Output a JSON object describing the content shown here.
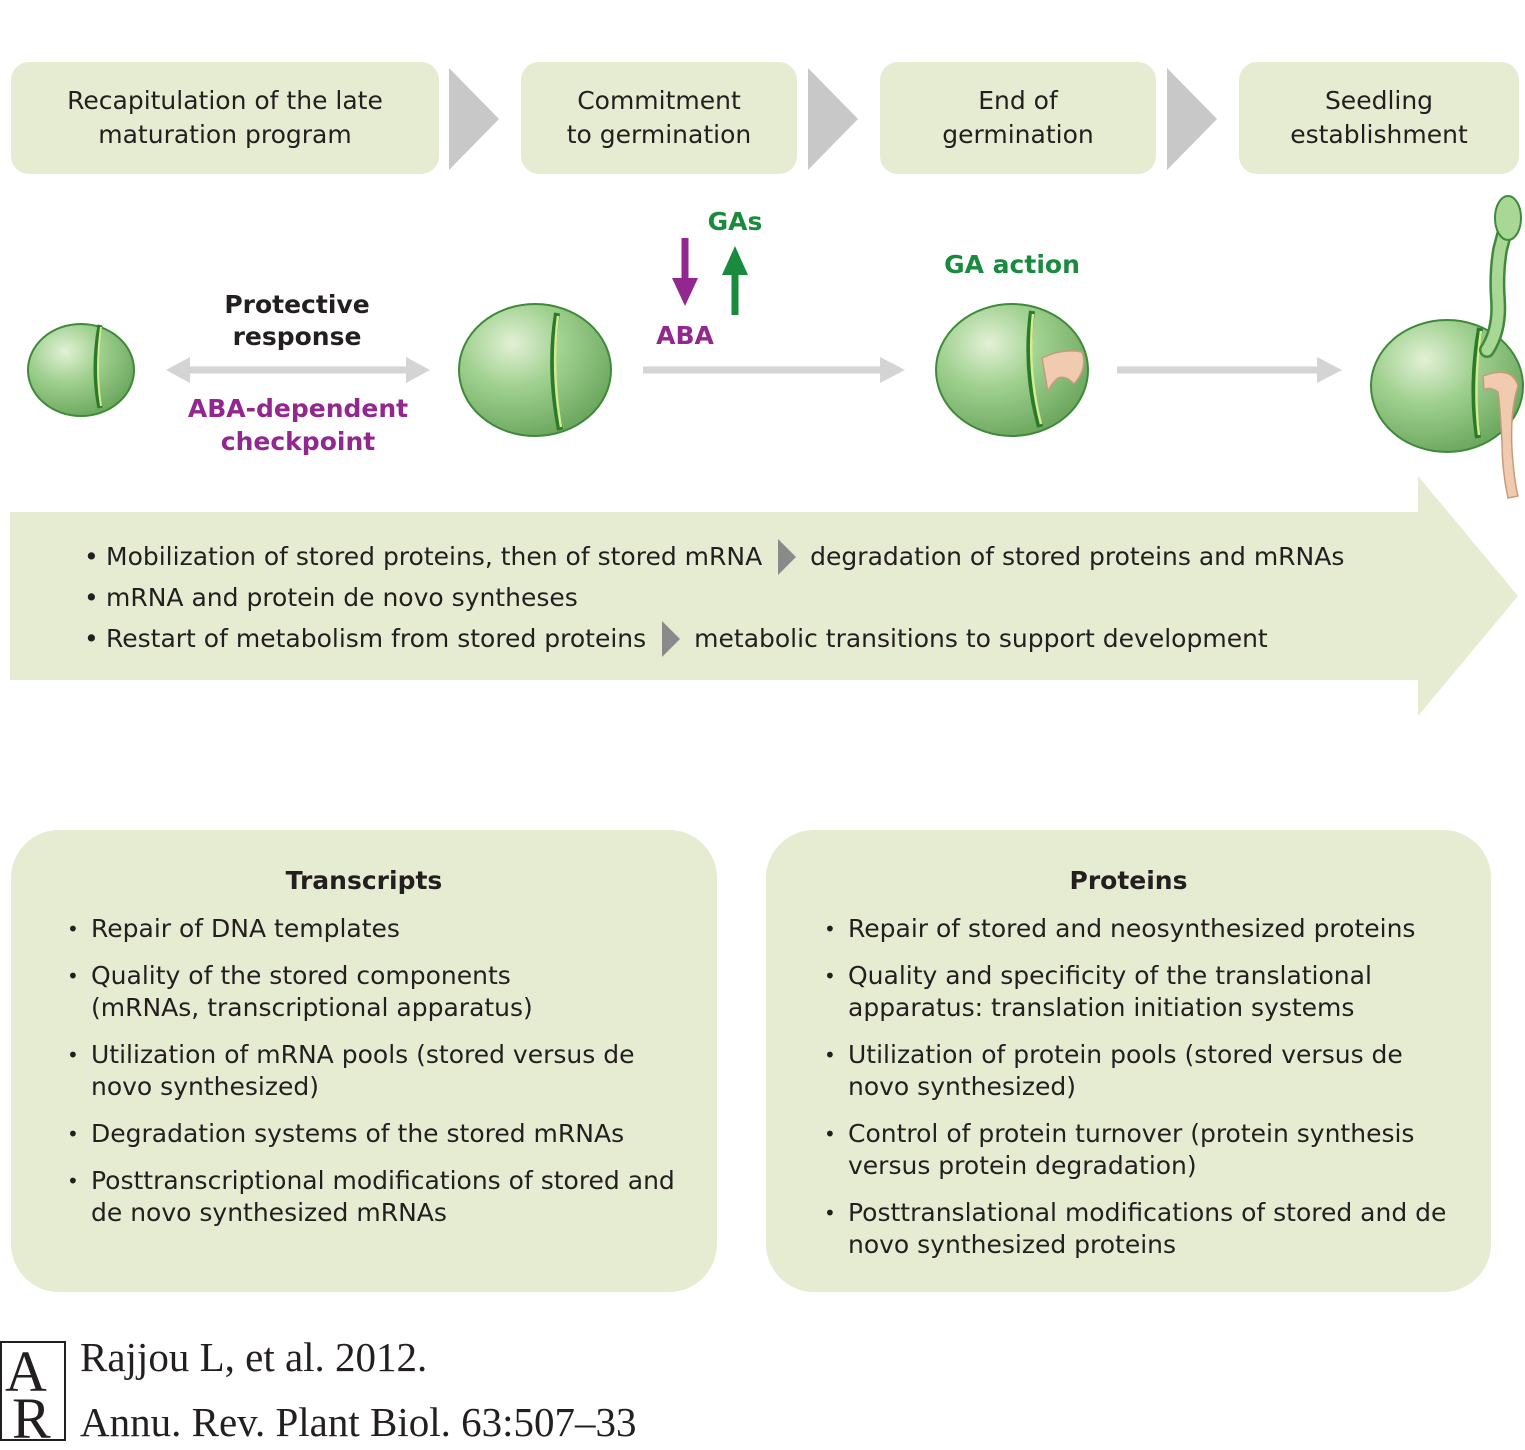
{
  "stages": [
    {
      "label": "Recapitulation of the late\nmaturation program"
    },
    {
      "label": "Commitment\nto germination"
    },
    {
      "label": "End of\ngermination"
    },
    {
      "label": "Seedling\nestablishment"
    }
  ],
  "labels": {
    "protective": "Protective\nresponse",
    "checkpoint": "ABA-dependent\ncheckpoint",
    "gas": "GAs",
    "aba": "ABA",
    "ga_action": "GA action"
  },
  "colors": {
    "panel": "#e6ecd1",
    "aba_purple": "#92278f",
    "ga_green": "#1a8a3e",
    "arrow_gray": "#d4d4d4",
    "seed_green": "#8cc47e"
  },
  "process": [
    {
      "text": "Mobilization of stored proteins, then of stored mRNA",
      "then": "degradation of stored proteins and mRNAs"
    },
    {
      "text": "mRNA and protein de novo syntheses",
      "then": ""
    },
    {
      "text": "Restart of metabolism from stored proteins",
      "then": "metabolic transitions to support development"
    }
  ],
  "transcripts": {
    "title": "Transcripts",
    "items": [
      "Repair of DNA templates",
      "Quality of the stored components\n(mRNAs, transcriptional apparatus)",
      "Utilization of mRNA pools (stored versus de\nnovo synthesized)",
      "Degradation systems of the stored mRNAs",
      "Posttranscriptional modifications of stored and\nde novo synthesized mRNAs"
    ]
  },
  "proteins": {
    "title": "Proteins",
    "items": [
      "Repair of stored and neosynthesized proteins",
      "Quality and specificity of the translational\napparatus: translation initiation systems",
      "Utilization of protein pools (stored versus de\nnovo synthesized)",
      "Control of protein turnover (protein synthesis\nversus protein degradation)",
      "Posttranslational modifications of stored and de\nnovo synthesized proteins"
    ]
  },
  "citation": {
    "line1": "Rajjou L, et al. 2012.",
    "line2": "Annu. Rev. Plant Biol. 63:507–33"
  }
}
